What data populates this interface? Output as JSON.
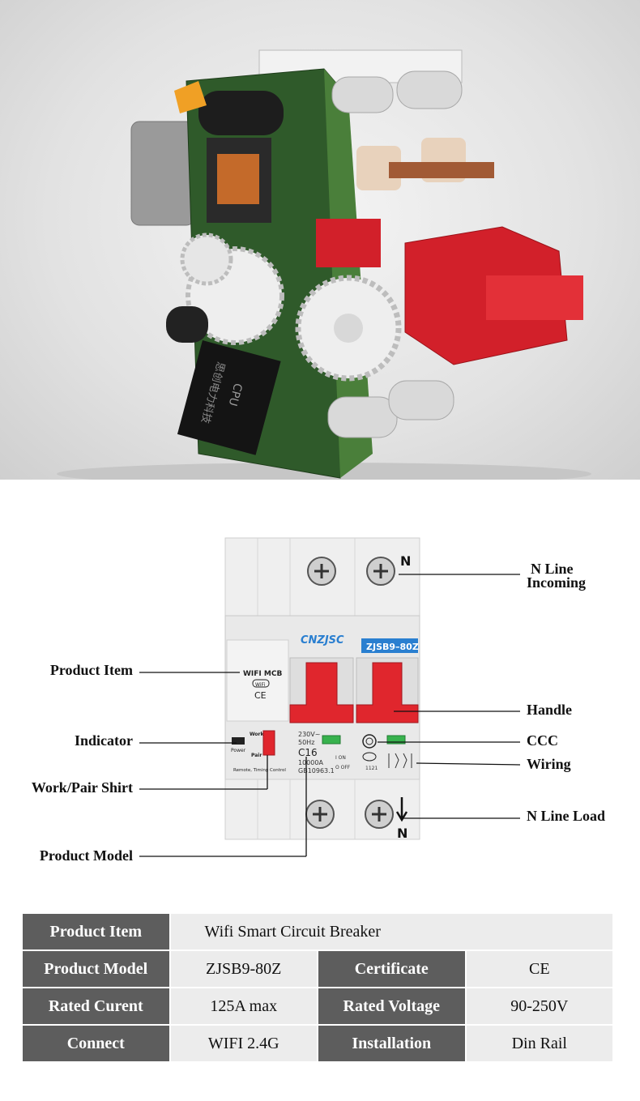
{
  "hero": {
    "image": "exploded-breaker-internals",
    "chip_label": "CPU",
    "chip_maker": "思创电力科技"
  },
  "breaker": {
    "brand": "CNZJSC",
    "model_plate": "ZJSB9–80Z",
    "module_title": "WIFI MCB",
    "wifi_badge": "WiFi",
    "ce_mark": "CE",
    "power_label": "Power",
    "work_label": "Work",
    "pair_label": "Pair",
    "remote_label": "Remote, Timing Control",
    "rating_lines": [
      "230V~",
      "50Hz",
      "C16",
      "10000A",
      "GB10963.1"
    ],
    "on_label": "I ON",
    "off_label": "O OFF",
    "ccc_code": "1121",
    "n_top": "N",
    "n_bottom": "N",
    "colors": {
      "handle": "#e0262d",
      "body": "#ececec",
      "plate": "#2a7fd0",
      "led": "#37b24d"
    }
  },
  "callouts": {
    "n_line_incoming_1": "N Line",
    "n_line_incoming_2": "Incoming",
    "handle": "Handle",
    "ccc": "CCC",
    "wiring": "Wiring",
    "n_line_load": "N Line Load",
    "product_item": "Product Item",
    "indicator": "Indicator",
    "work_pair": "Work/Pair Shirt",
    "product_model": "Product Model"
  },
  "specs": {
    "row1": {
      "label": "Product Item",
      "value": "Wifi Smart Circuit Breaker"
    },
    "row2": {
      "label": "Product Model",
      "value": "ZJSB9-80Z",
      "label2": "Certificate",
      "value2": "CE"
    },
    "row3": {
      "label": "Rated Curent",
      "value": "125A max",
      "label2": "Rated Voltage",
      "value2": "90-250V"
    },
    "row4": {
      "label": "Connect",
      "value": "WIFI 2.4G",
      "label2": "Installation",
      "value2": "Din Rail"
    }
  }
}
